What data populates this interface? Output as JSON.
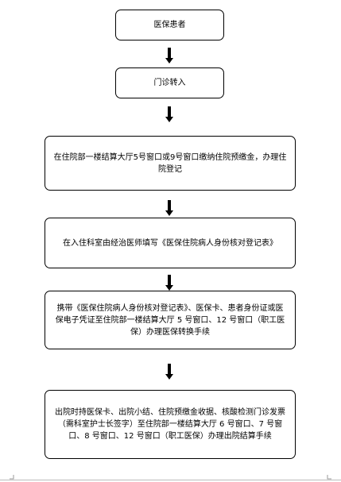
{
  "flowchart": {
    "steps": [
      {
        "label": "医保患者"
      },
      {
        "label": "门诊转入"
      },
      {
        "label": "在住院部一楼结算大厅5号窗口或9号窗口缴纳住院预缴金，办理住院登记"
      },
      {
        "label": "在入住科室由经治医师填写《医保住院病人身份核对登记表》"
      },
      {
        "label": "携带《医保住院病人身份核对登记表》、医保卡、患者身份证或医保电子凭证至住院部一楼结算大厅 5 号窗口、12 号窗口（职工医保）办理医保转换手续"
      },
      {
        "label": "出院时持医保卡、出院小结、住院预缴金收据、核酸检测门诊发票（需科室护士长签字）至住院部一楼结算大厅 6 号窗口、7 号窗口、8 号窗口、12 号窗口（职工医保）办理出院结算手续"
      }
    ]
  }
}
